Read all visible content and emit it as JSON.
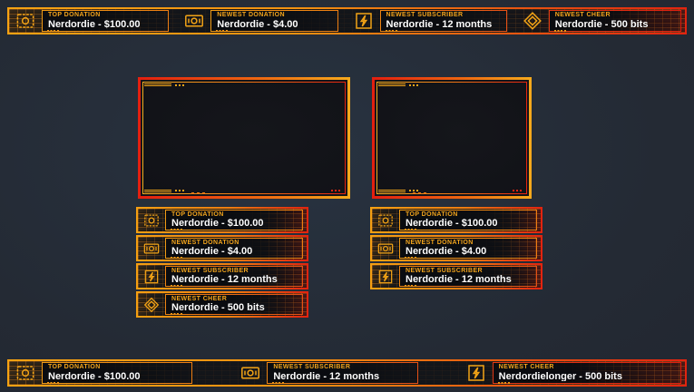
{
  "colors": {
    "accent_orange": "#f5a012",
    "accent_red": "#e2230f",
    "title_gold": "#f2a41c",
    "value_white": "#ffffff",
    "background": "#242a34",
    "panel_dark": "#13151a"
  },
  "top_bar": {
    "items": [
      {
        "title": "TOP DONATION",
        "value": "Nerdordie - $100.00",
        "icon": "cash-icon"
      },
      {
        "title": "NEWEST DONATION",
        "value": "Nerdordie - $4.00",
        "icon": "bill-icon"
      },
      {
        "title": "NEWEST SUBSCRIBER",
        "value": "Nerdordie - 12 months",
        "icon": "bolt-icon"
      },
      {
        "title": "NEWEST CHEER",
        "value": "Nerdordie - 500 bits",
        "icon": "gem-icon"
      }
    ]
  },
  "left_stack": {
    "items": [
      {
        "title": "TOP DONATION",
        "value": "Nerdordie - $100.00",
        "icon": "cash-icon"
      },
      {
        "title": "NEWEST DONATION",
        "value": "Nerdordie - $4.00",
        "icon": "bill-icon"
      },
      {
        "title": "NEWEST SUBSCRIBER",
        "value": "Nerdordie - 12 months",
        "icon": "bolt-icon"
      },
      {
        "title": "NEWEST CHEER",
        "value": "Nerdordie - 500 bits",
        "icon": "gem-icon"
      }
    ]
  },
  "right_stack": {
    "items": [
      {
        "title": "TOP DONATION",
        "value": "Nerdordie - $100.00",
        "icon": "cash-icon"
      },
      {
        "title": "NEWEST DONATION",
        "value": "Nerdordie - $4.00",
        "icon": "bill-icon"
      },
      {
        "title": "NEWEST SUBSCRIBER",
        "value": "Nerdordie - 12 months",
        "icon": "bolt-icon"
      }
    ]
  },
  "bottom_bar": {
    "items": [
      {
        "title": "TOP DONATION",
        "value": "Nerdordie - $100.00",
        "icon": "cash-icon"
      },
      {
        "title": "NEWEST SUBSCRIBER",
        "value": "Nerdordie - 12 months",
        "icon": "bill-icon"
      },
      {
        "title": "NEWEST CHEER",
        "value": "Nerdordielonger - 500 bits",
        "icon": "bolt-icon"
      }
    ]
  }
}
